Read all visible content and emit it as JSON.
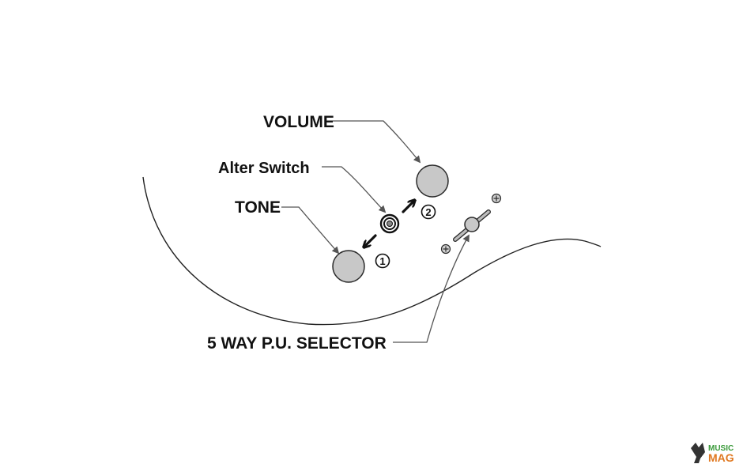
{
  "labels": {
    "volume": "VOLUME",
    "alter_switch": "Alter Switch",
    "tone": "TONE",
    "selector": "5 WAY P.U. SELECTOR"
  },
  "markers": {
    "one": "1",
    "two": "2"
  },
  "watermark": {
    "line1": "MUSIC",
    "line2": "MAG"
  },
  "colors": {
    "knob_fill": "#c8c8c8",
    "outline": "#222222",
    "watermark_green": "#3a9a3a",
    "watermark_orange": "#e07820"
  }
}
